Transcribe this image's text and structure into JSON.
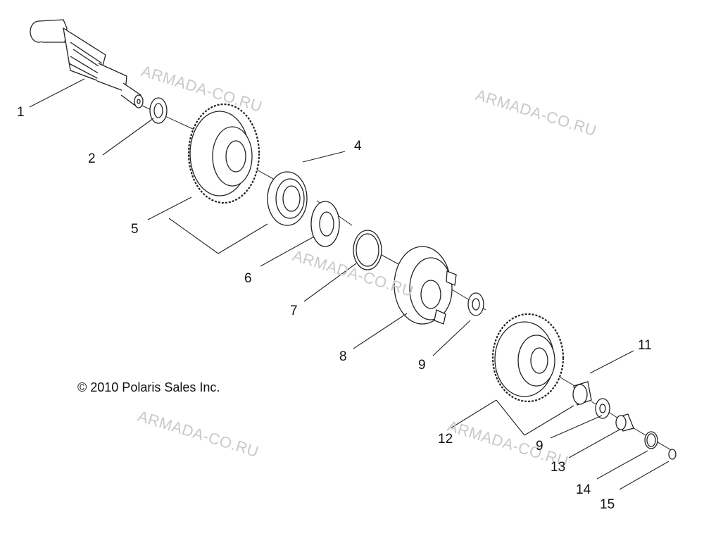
{
  "copyright": "© 2010 Polaris Sales Inc.",
  "watermark": "ARMADA-CO.RU",
  "callouts": {
    "c1": "1",
    "c2": "2",
    "c4": "4",
    "c5": "5",
    "c6": "6",
    "c7": "7",
    "c8": "8",
    "c9a": "9",
    "c9b": "9",
    "c11": "11",
    "c12": "12",
    "c13": "13",
    "c14": "14",
    "c15": "15"
  },
  "colors": {
    "line": "#222222",
    "watermark": "#c9c9c9",
    "background": "#ffffff"
  }
}
